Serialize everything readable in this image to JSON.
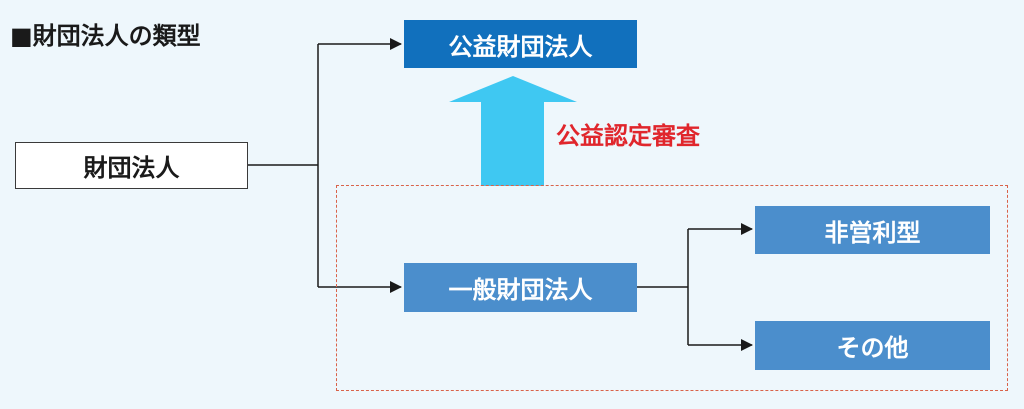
{
  "title": "■財団法人の類型",
  "nodes": {
    "root": "財団法人",
    "koeki": "公益財団法人",
    "ippan": "一般財団法人",
    "hieiri": "非営利型",
    "sonota": "その他"
  },
  "edge_labels": {
    "koeki_nintei": "公益認定審査"
  },
  "colors": {
    "background": "#eef7fc",
    "dark_blue_box": "#1170bd",
    "mid_blue_box": "#4b8ecc",
    "upward_arrow": "#3fc8f2",
    "red_label": "#e0262c",
    "dashed_frame": "#d9634a"
  }
}
